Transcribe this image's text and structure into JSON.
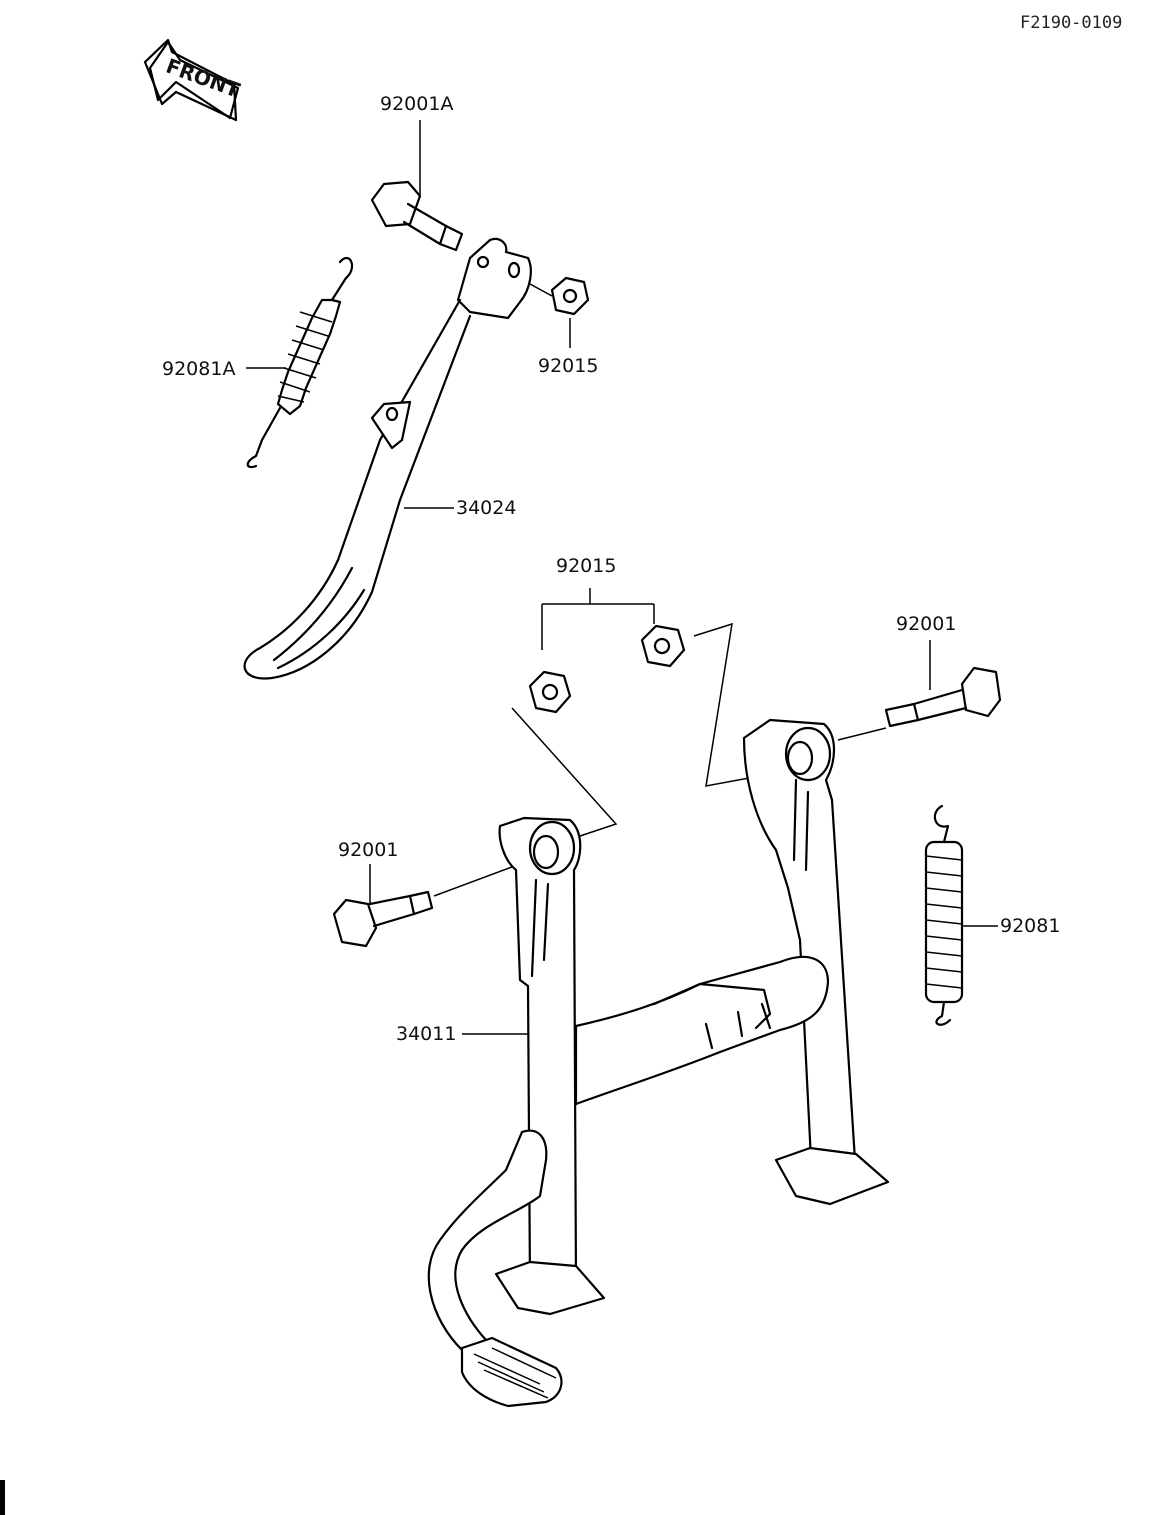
{
  "drawing_code": "F2190-0109",
  "front_marker": "FRONT",
  "labels": {
    "bolt_side_stand": "92001A",
    "spring_side_stand": "92081A",
    "nut_side_stand": "92015",
    "side_stand": "34024",
    "nuts_center_stand": "92015",
    "bolt_right": "92001",
    "bolt_left": "92001",
    "spring_center_stand": "92081",
    "center_stand": "34011"
  }
}
